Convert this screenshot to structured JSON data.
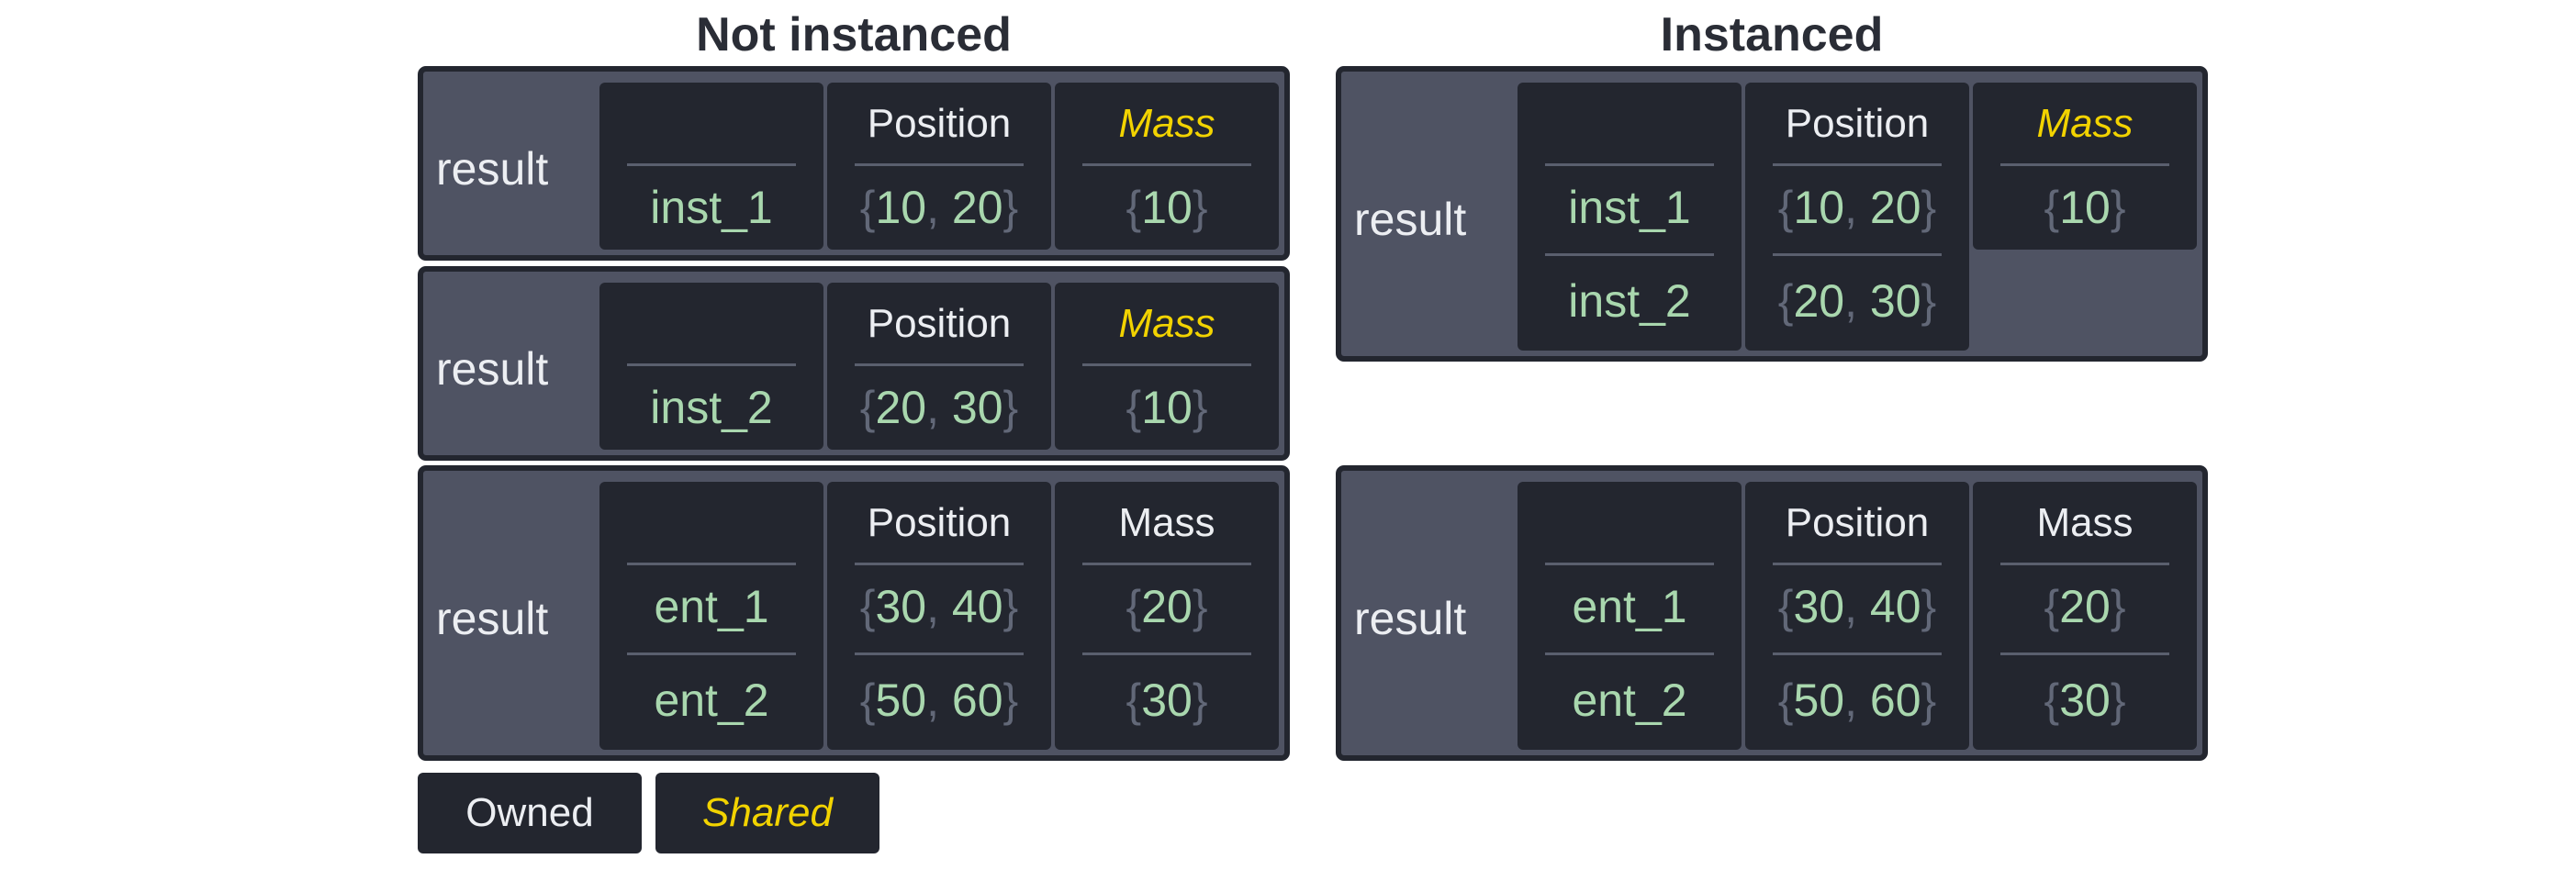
{
  "headings": {
    "left": "Not instanced",
    "right": "Instanced"
  },
  "labels": {
    "result": "result",
    "position": "Position",
    "mass": "Mass"
  },
  "punct": {
    "open": "{",
    "close": "}",
    "comma": ","
  },
  "entities": {
    "inst_1": "inst_1",
    "inst_2": "inst_2",
    "ent_1": "ent_1",
    "ent_2": "ent_2"
  },
  "values": {
    "inst_1_pos": [
      "10",
      "20"
    ],
    "inst_2_pos": [
      "20",
      "30"
    ],
    "ent_1_pos": [
      "30",
      "40"
    ],
    "ent_2_pos": [
      "50",
      "60"
    ],
    "shared_mass": "10",
    "ent_1_mass": "20",
    "ent_2_mass": "30"
  },
  "legend": {
    "owned": "Owned",
    "shared": "Shared"
  },
  "colors": {
    "background": "#ffffff",
    "result_box": "#4f5363",
    "cell": "#23262f",
    "value_text": "#a9d7ae",
    "shared_accent": "#f2d300",
    "label_text": "#eceef2"
  }
}
